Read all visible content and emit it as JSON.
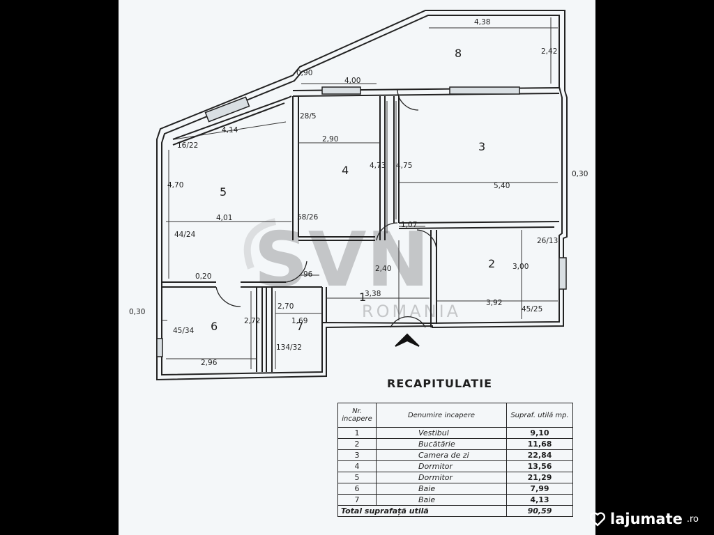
{
  "plan": {
    "rooms": [
      {
        "id": "1",
        "label": "1"
      },
      {
        "id": "2",
        "label": "2"
      },
      {
        "id": "3",
        "label": "3"
      },
      {
        "id": "4",
        "label": "4"
      },
      {
        "id": "5",
        "label": "5"
      },
      {
        "id": "6",
        "label": "6"
      },
      {
        "id": "7",
        "label": "7"
      },
      {
        "id": "8",
        "label": "8"
      }
    ],
    "dimensions": [
      "4,38",
      "2,42",
      "0,90",
      "4,00",
      "4,14",
      "2,90",
      "4,73",
      "4,75",
      "5,40",
      "0,30",
      "4,70",
      "4,01",
      "1,07",
      "2,40",
      "0,20",
      "96",
      "3,38",
      "3,00",
      "3,92",
      "0,30",
      "2,72",
      "2,70",
      "1,69",
      "2,96"
    ],
    "annotations": [
      "28/5",
      "16/22",
      "58/26",
      "44/24",
      "26/13",
      "45/25",
      "45/34",
      "134/32"
    ]
  },
  "watermark": {
    "logo": "SVN",
    "sub": "ROMANIA"
  },
  "recap": {
    "title": "RECAPITULATIE",
    "headers": [
      "Nr. incapere",
      "Denumire incapere",
      "Supraf. utilă mp."
    ],
    "rows": [
      {
        "nr": "1",
        "name": "Vestibul",
        "area": "9,10"
      },
      {
        "nr": "2",
        "name": "Bucătărie",
        "area": "11,68"
      },
      {
        "nr": "3",
        "name": "Camera de zi",
        "area": "22,84"
      },
      {
        "nr": "4",
        "name": "Dormitor",
        "area": "13,56"
      },
      {
        "nr": "5",
        "name": "Dormitor",
        "area": "21,29"
      },
      {
        "nr": "6",
        "name": "Baie",
        "area": "7,99"
      },
      {
        "nr": "7",
        "name": "Baie",
        "area": "4,13"
      }
    ],
    "total": {
      "label": "Total suprafață utilă",
      "area": "90,59"
    }
  },
  "brand": {
    "name": "lajumate",
    "suffix": ".ro",
    "icon": "heart-hands-icon"
  }
}
